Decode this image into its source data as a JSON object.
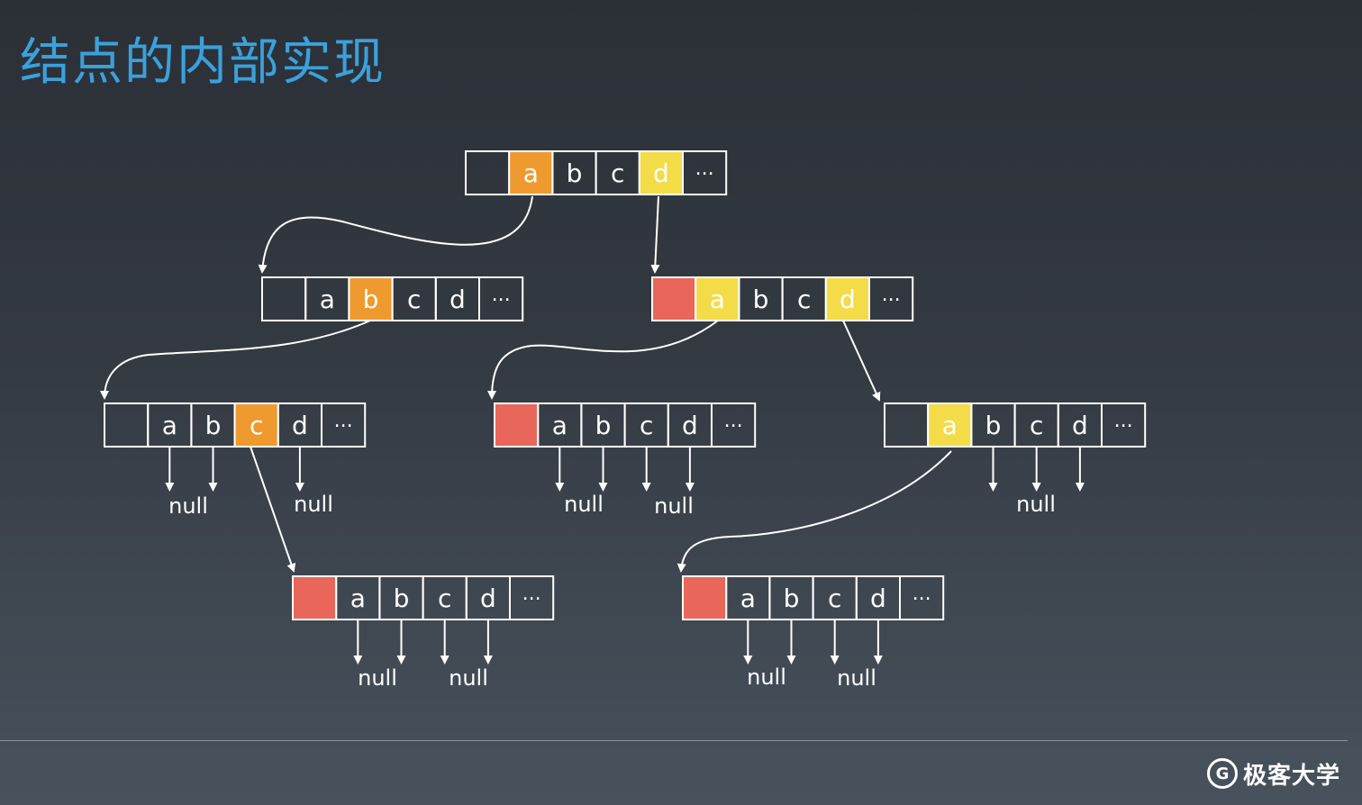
{
  "title": "结点的内部实现",
  "colors": {
    "orange": "#ef9a2e",
    "yellow": "#f3dc48",
    "red": "#e8675a",
    "border": "#ffffff",
    "line": "#ffffff",
    "title": "#3aa1dc"
  },
  "cell_labels": [
    "",
    "a",
    "b",
    "c",
    "d",
    "..."
  ],
  "null_label": "null",
  "nodes": [
    {
      "name": "node-root",
      "end_marker": false,
      "highlights": {
        "a": "orange",
        "d": "yellow"
      }
    },
    {
      "name": "node-a",
      "end_marker": false,
      "highlights": {
        "b": "orange"
      }
    },
    {
      "name": "node-d",
      "end_marker": true,
      "highlights": {
        "a": "yellow",
        "d": "yellow"
      }
    },
    {
      "name": "node-ab",
      "end_marker": false,
      "highlights": {
        "c": "orange"
      }
    },
    {
      "name": "node-da",
      "end_marker": true,
      "highlights": {}
    },
    {
      "name": "node-dd",
      "end_marker": false,
      "highlights": {
        "a": "yellow"
      }
    },
    {
      "name": "node-abc",
      "end_marker": true,
      "highlights": {}
    },
    {
      "name": "node-dda",
      "end_marker": true,
      "highlights": {}
    }
  ],
  "logo": {
    "mark": "G",
    "name": "极客大学"
  }
}
